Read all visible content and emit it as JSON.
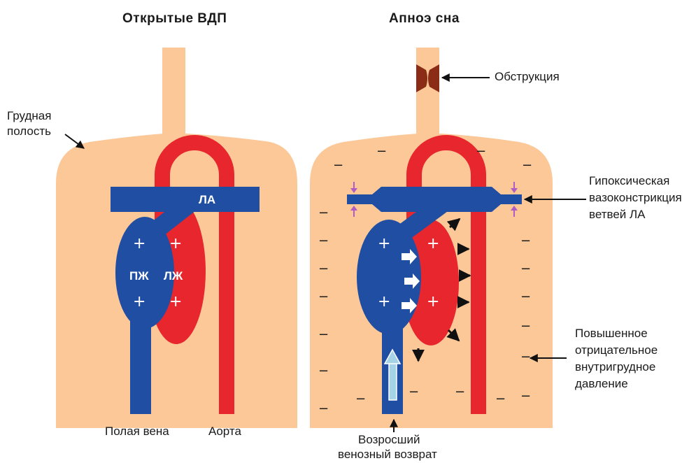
{
  "titles": {
    "open": "Открытые ВДП",
    "apnea": "Апноэ сна"
  },
  "labels": {
    "thorax_line1": "Грудная",
    "thorax_line2": "полость",
    "obstruction": "Обструкция",
    "hypoxic_line1": "Гипоксическая",
    "hypoxic_line2": "вазоконстрикция",
    "hypoxic_line3": "ветвей ЛА",
    "pressure_line1": "Повышенное",
    "pressure_line2": "отрицательное",
    "pressure_line3": "внутригрудное",
    "pressure_line4": "давление",
    "vena": "Полая вена",
    "aorta": "Аорта",
    "venous_line1": "Возросший",
    "venous_line2": "венозный возврат"
  },
  "heart_labels": {
    "pa": "ЛА",
    "rv": "ПЖ",
    "lv": "ЛЖ",
    "plus": "+",
    "minus": "−"
  },
  "colors": {
    "body": "#fcc898",
    "venous": "#1f4ea3",
    "arterial": "#e8262e",
    "obstruction": "#8b2c16",
    "arrow": "#111111",
    "vasoconstriction": "#b05cc0",
    "venous_arrow": "#a7d3e6"
  }
}
